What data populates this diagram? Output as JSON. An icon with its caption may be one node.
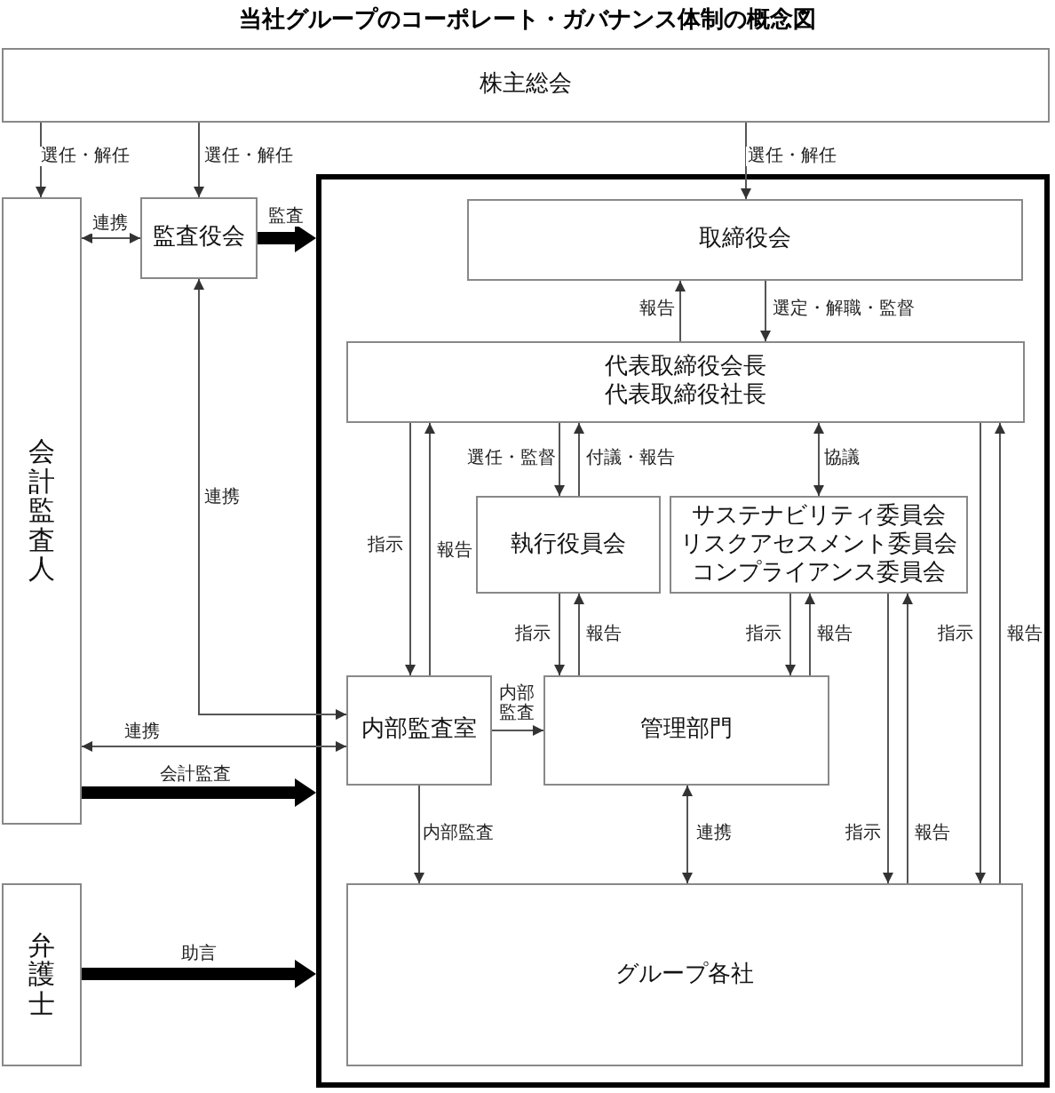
{
  "diagram": {
    "title": "当社グループのコーポレート・ガバナンス体制の概念図",
    "nodes": [
      {
        "text": [
          "株主総会"
        ]
      },
      {
        "text": [
          "会計監査人"
        ]
      },
      {
        "text": [
          "監査役会"
        ]
      },
      {
        "text": [],
        "shape": "box"
      },
      {
        "text": [
          "取締役会"
        ],
        "in": 3
      },
      {
        "text": [
          "代表取締役会長",
          "代表取締役社長"
        ],
        "in": 3
      },
      {
        "text": [
          "執行役員会"
        ],
        "in": 3
      },
      {
        "text": [
          "サステナビリティ委員会",
          "リスクアセスメント委員会",
          "コンプライアンス委員会"
        ],
        "in": 3
      },
      {
        "text": [
          "内部監査室"
        ],
        "in": 3
      },
      {
        "text": [
          "管理部門"
        ],
        "in": 3
      },
      {
        "text": [
          "グループ各社"
        ],
        "in": 3
      },
      {
        "text": [
          "弁護士"
        ]
      }
    ],
    "edges": [
      {
        "from": 0,
        "to": 1,
        "arrow": "to",
        "label": "選任・解任"
      },
      {
        "from": 0,
        "to": 2,
        "arrow": "to",
        "label": "選任・解任"
      },
      {
        "from": 0,
        "to": 4,
        "arrow": "to",
        "label": "選任・解任"
      },
      {
        "from": 2,
        "to": 1,
        "arrow": "both",
        "label": "連携"
      },
      {
        "from": 2,
        "to": 3,
        "arrow": "to",
        "label": "監査",
        "style": "thick"
      },
      {
        "from": 2,
        "to": 8,
        "arrow": "both",
        "label": "連携"
      },
      {
        "from": 1,
        "to": 8,
        "arrow": "both",
        "label": "連携"
      },
      {
        "from": 1,
        "to": 3,
        "arrow": "to",
        "label": "会計監査",
        "style": "thick"
      },
      {
        "from": 11,
        "to": 3,
        "arrow": "to",
        "label": "助言",
        "style": "thick"
      },
      {
        "from": 5,
        "to": 4,
        "arrow": "to",
        "label": "報告"
      },
      {
        "from": 4,
        "to": 5,
        "arrow": "to",
        "label": "選定・解職・監督"
      },
      {
        "from": 5,
        "to": 8,
        "arrow": "to",
        "label": "指示"
      },
      {
        "from": 8,
        "to": 5,
        "arrow": "to",
        "label": "報告"
      },
      {
        "from": 5,
        "to": 6,
        "arrow": "to",
        "label": "選任・監督"
      },
      {
        "from": 6,
        "to": 5,
        "arrow": "to",
        "label": "付議・報告"
      },
      {
        "from": 5,
        "to": 7,
        "arrow": "both",
        "label": "協議"
      },
      {
        "from": 6,
        "to": 9,
        "arrow": "to",
        "label": "指示"
      },
      {
        "from": 9,
        "to": 6,
        "arrow": "to",
        "label": "報告"
      },
      {
        "from": 7,
        "to": 9,
        "arrow": "to",
        "label": "指示"
      },
      {
        "from": 9,
        "to": 7,
        "arrow": "to",
        "label": "報告"
      },
      {
        "from": 7,
        "to": 10,
        "arrow": "to",
        "label": "指示"
      },
      {
        "from": 10,
        "to": 7,
        "arrow": "to",
        "label": "報告"
      },
      {
        "from": 5,
        "to": 10,
        "arrow": "to",
        "label": "指示"
      },
      {
        "from": 10,
        "to": 5,
        "arrow": "to",
        "label": "報告"
      },
      {
        "from": 8,
        "to": 9,
        "arrow": "to",
        "label": "内部監査"
      },
      {
        "from": 8,
        "to": 10,
        "arrow": "to",
        "label": "内部監査"
      },
      {
        "from": 9,
        "to": 10,
        "arrow": "both",
        "label": "連携"
      }
    ]
  }
}
